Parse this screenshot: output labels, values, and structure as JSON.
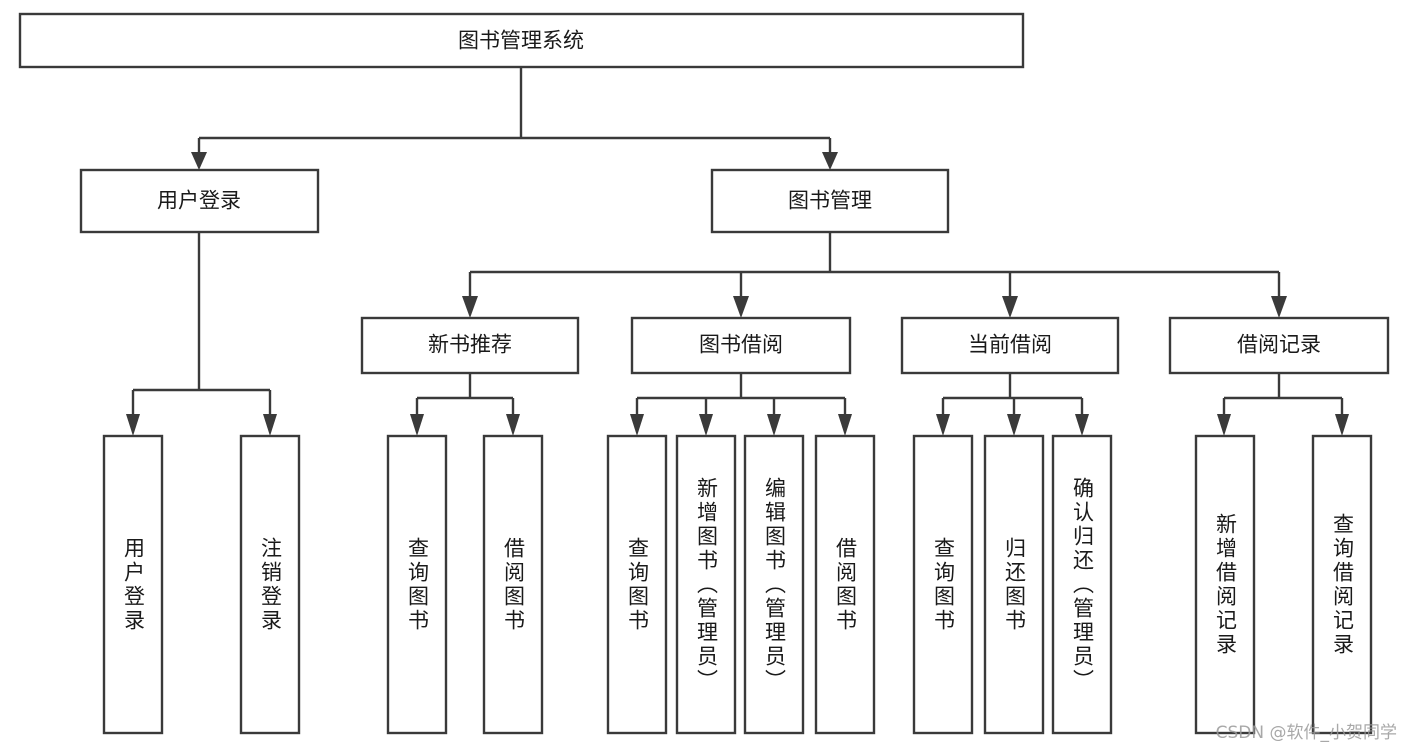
{
  "diagram": {
    "type": "tree",
    "title": "图书管理系统",
    "orientation": "top-down",
    "colors": {
      "box_stroke": "#3a3a3a",
      "box_fill": "#ffffff",
      "connector": "#3a3a3a",
      "text": "#1a1a1a",
      "background": "#ffffff",
      "watermark": "#9a9a9a"
    },
    "root": {
      "label": "图书管理系统"
    },
    "level2": [
      {
        "label": "用户登录"
      },
      {
        "label": "图书管理"
      }
    ],
    "level3": [
      {
        "label": "新书推荐"
      },
      {
        "label": "图书借阅"
      },
      {
        "label": "当前借阅"
      },
      {
        "label": "借阅记录"
      }
    ],
    "leaves": {
      "user_login": [
        {
          "label": "用户登录"
        },
        {
          "label": "注销登录"
        }
      ],
      "new_book_recommend": [
        {
          "label": "查询图书"
        },
        {
          "label": "借阅图书"
        }
      ],
      "book_borrow": [
        {
          "label": "查询图书"
        },
        {
          "label": "新增图书（管理员）"
        },
        {
          "label": "编辑图书（管理员）"
        },
        {
          "label": "借阅图书"
        }
      ],
      "current_borrow": [
        {
          "label": "查询图书"
        },
        {
          "label": "归还图书"
        },
        {
          "label": "确认归还（管理员）"
        }
      ],
      "borrow_record": [
        {
          "label": "新增借阅记录"
        },
        {
          "label": "查询借阅记录"
        }
      ]
    }
  },
  "watermark": {
    "text": "CSDN @软件_小贺同学"
  }
}
